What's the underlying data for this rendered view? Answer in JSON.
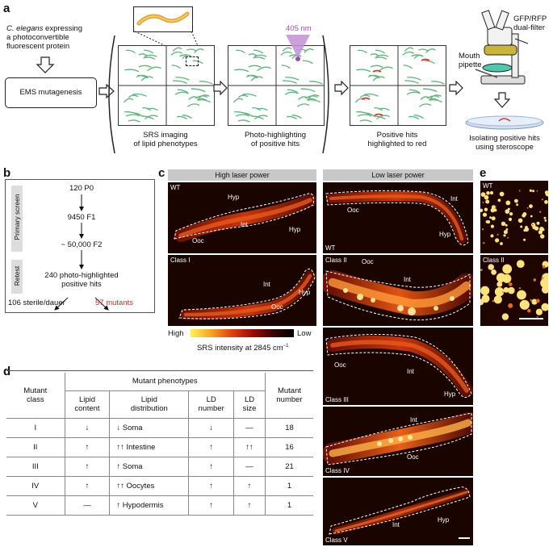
{
  "panels": {
    "a": "a",
    "b": "b",
    "c": "c",
    "d": "d",
    "e": "e"
  },
  "panel_a": {
    "organism_line1": "C. elegans",
    "organism_line2": " expressing",
    "organism_line3": "a photoconvertible",
    "organism_line4": "fluorescent protein",
    "mutagenesis": "EMS mutagenesis",
    "laser": "405 nm",
    "step1_l1": "SRS imaging",
    "step1_l2": "of lipid phenotypes",
    "step2_l1": "Photo-highlighting",
    "step2_l2": "of positive hits",
    "step3_l1": "Positive hits",
    "step3_l2": "highlighted to red",
    "filter_l1": "GFP/RFP",
    "filter_l2": "dual-filter",
    "pipette_l1": "Mouth",
    "pipette_l2": "pipette",
    "isolate_l1": "Isolating positive hits",
    "isolate_l2": "using steroscope",
    "colors": {
      "worm_green": "#5fb37a",
      "worm_red": "#d9362b",
      "laser": "#b06fc4"
    }
  },
  "panel_b": {
    "primary_screen": "Primary screen",
    "retest": "Retest",
    "p0": "120 P0",
    "f1": "9450 F1",
    "f2": "~ 50,000 F2",
    "hits_l1": "240 photo-highlighted",
    "hits_l2": "positive hits",
    "sterile": "106 sterile/dauer",
    "mutants": "57 mutants",
    "mutant_color": "#d7261e"
  },
  "panel_c": {
    "high_header": "High laser power",
    "low_header": "Low laser power",
    "left": [
      {
        "class": "WT",
        "labels": [
          "Hyp",
          "Int",
          "Hyp",
          "Ooc"
        ]
      },
      {
        "class": "Class I",
        "labels": [
          "Int",
          "Hyp",
          "Ooc"
        ]
      }
    ],
    "right": [
      {
        "class": "WT",
        "labels": [
          "Int",
          "Ooc",
          "Hyp"
        ]
      },
      {
        "class": "Class II",
        "labels": [
          "Ooc",
          "Int"
        ]
      },
      {
        "class": "Class III",
        "labels": [
          "Ooc",
          "Int",
          "Hyp"
        ]
      },
      {
        "class": "Class IV",
        "labels": [
          "Int",
          "Ooc"
        ]
      },
      {
        "class": "Class V",
        "labels": [
          "Int",
          "Hyp"
        ]
      }
    ],
    "colorbar_high": "High",
    "colorbar_low": "Low",
    "colorbar_title": "SRS intensity at 2845 cm",
    "colorbar_sup": "−1"
  },
  "panel_d": {
    "header_class": [
      "Mutant",
      "class"
    ],
    "header_group": "Mutant phenotypes",
    "header_lipid_content": [
      "Lipid",
      "content"
    ],
    "header_lipid_dist": [
      "Lipid",
      "distribution"
    ],
    "header_ld_number": [
      "LD",
      "number"
    ],
    "header_ld_size": [
      "LD",
      "size"
    ],
    "header_mutant_number": [
      "Mutant",
      "number"
    ],
    "rows": [
      {
        "cls": "I",
        "content": "↓",
        "dist": "↓   Soma",
        "ldn": "↓",
        "lds": "—",
        "num": "18"
      },
      {
        "cls": "II",
        "content": "↑",
        "dist": "↑↑ Intestine",
        "ldn": "↑",
        "lds": "↑↑",
        "num": "16"
      },
      {
        "cls": "III",
        "content": "↑",
        "dist": "↑   Soma",
        "ldn": "↑",
        "lds": "—",
        "num": "21"
      },
      {
        "cls": "IV",
        "content": "↑",
        "dist": "↑↑ Oocytes",
        "ldn": "↑",
        "lds": "↑",
        "num": "1"
      },
      {
        "cls": "V",
        "content": "—",
        "dist": "↑ Hypodermis",
        "ldn": "↑",
        "lds": "↑",
        "num": "1"
      }
    ]
  },
  "panel_e": {
    "top": "WT",
    "bottom": "Class II"
  }
}
